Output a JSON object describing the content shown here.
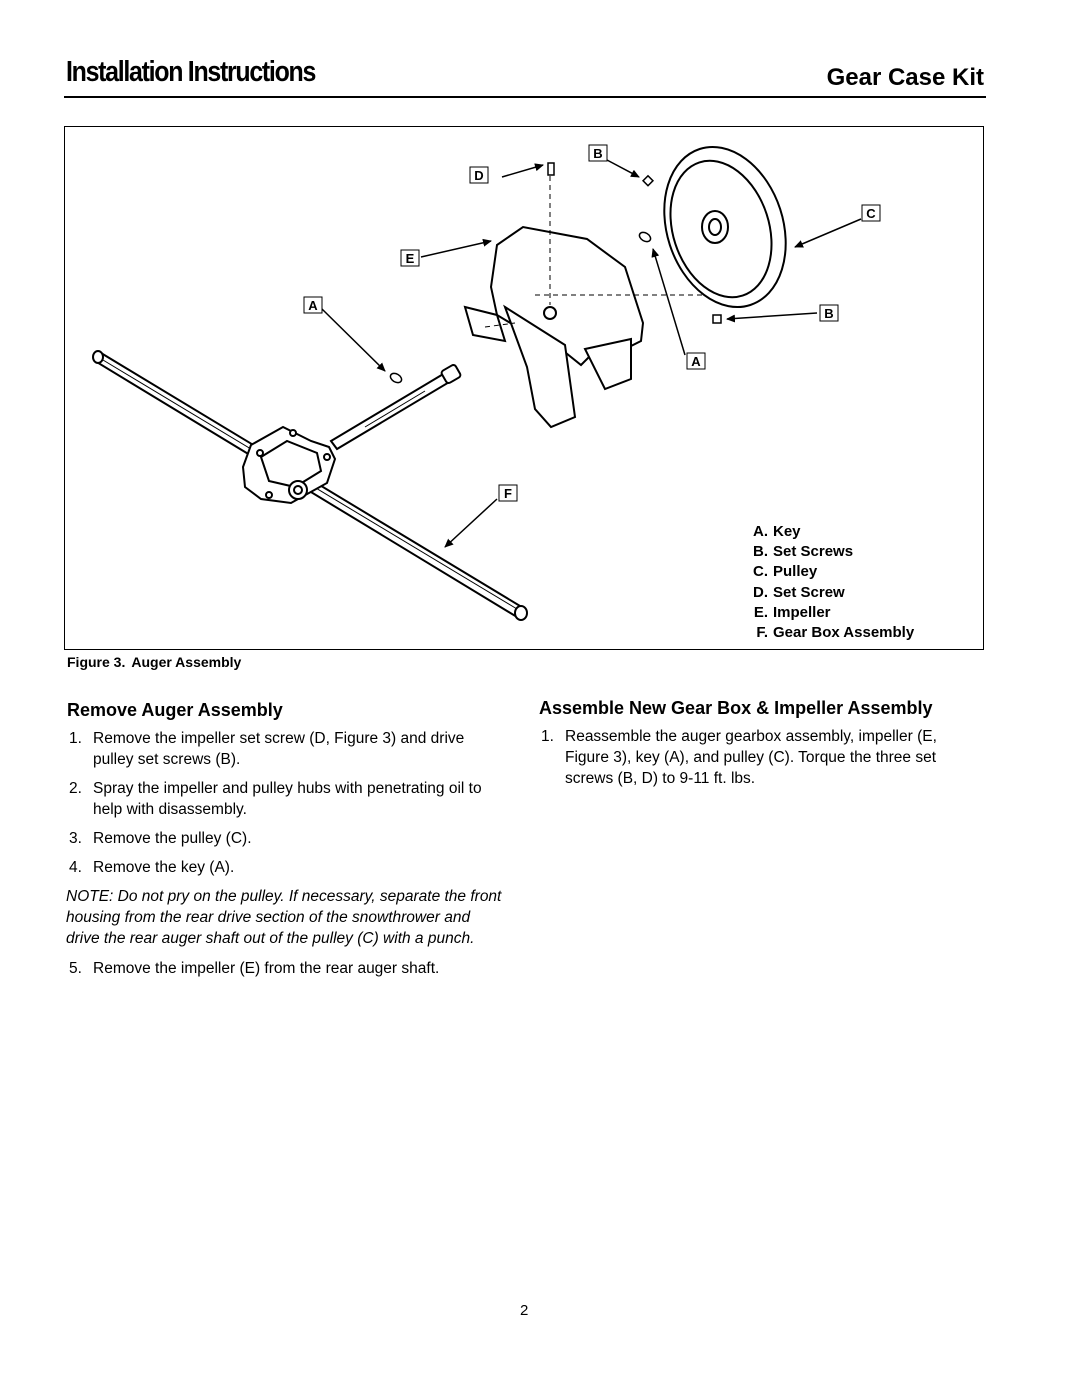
{
  "header": {
    "title": "Installation Instructions",
    "kit": "Gear Case Kit"
  },
  "figure": {
    "callouts": {
      "a1": "A",
      "a2": "A",
      "b1": "B",
      "b2": "B",
      "c": "C",
      "d": "D",
      "e": "E",
      "f": "F"
    },
    "legend": [
      {
        "letter": "A.",
        "text": "Key"
      },
      {
        "letter": "B.",
        "text": "Set Screws"
      },
      {
        "letter": "C.",
        "text": "Pulley"
      },
      {
        "letter": "D.",
        "text": "Set Screw"
      },
      {
        "letter": "E.",
        "text": "Impeller"
      },
      {
        "letter": "F.",
        "text": "Gear Box Assembly"
      }
    ],
    "caption_number": "Figure 3.",
    "caption_text": "Auger Assembly"
  },
  "remove_section": {
    "heading": "Remove Auger Assembly",
    "steps": [
      {
        "num": "1.",
        "text": "Remove the impeller set screw (D, Figure 3) and drive pulley set screws (B)."
      },
      {
        "num": "2.",
        "text": "Spray the impeller and pulley hubs with penetrating oil to help with disassembly."
      },
      {
        "num": "3.",
        "text": "Remove the pulley (C)."
      },
      {
        "num": "4.",
        "text": "Remove the key (A)."
      }
    ],
    "note": "NOTE: Do not pry on the pulley.  If necessary, separate the front housing from the rear drive section of the snowthrower and drive the rear auger shaft out of the pulley (C) with a punch.",
    "step5": {
      "num": "5.",
      "text": "Remove the impeller (E) from the rear auger shaft."
    }
  },
  "assemble_section": {
    "heading": "Assemble New Gear Box & Impeller Assembly",
    "steps": [
      {
        "num": "1.",
        "text": "Reassemble the auger gearbox assembly, impeller (E, Figure 3), key (A), and pulley (C).  Torque the three set screws (B, D) to 9-11 ft. lbs."
      }
    ]
  },
  "page_number": "2"
}
